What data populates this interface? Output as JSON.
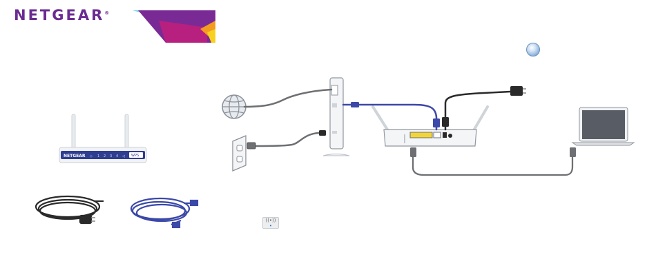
{
  "brand": {
    "name": "NETGEAR",
    "registered_mark": "®",
    "colors": {
      "purple": "#6b2c91",
      "magenta": "#c21e7a",
      "orange": "#f39c1f",
      "cyan": "#6fd0e8"
    }
  },
  "router_front": {
    "label": "NETGEAR",
    "led_symbols": [
      "⚡",
      "◇",
      "1",
      "2",
      "3",
      "4",
      "◁"
    ],
    "button_text": "WPS",
    "color": "#2f3e8f"
  },
  "icons": {
    "compass": "compass-icon",
    "globe": "globe-icon",
    "wall_outlet": "wall-outlet-icon",
    "wifi_button": "wps-button-icon",
    "laptop": "laptop-icon",
    "modem": "modem-icon",
    "power_adapter": "power-adapter-icon"
  },
  "wifi_button": {
    "glyph": "((•))",
    "dot": "•"
  },
  "cables": {
    "ethernet_color": "#3b48a8",
    "power_color": "#2a2a2a",
    "phone_color": "#6d6f72"
  }
}
